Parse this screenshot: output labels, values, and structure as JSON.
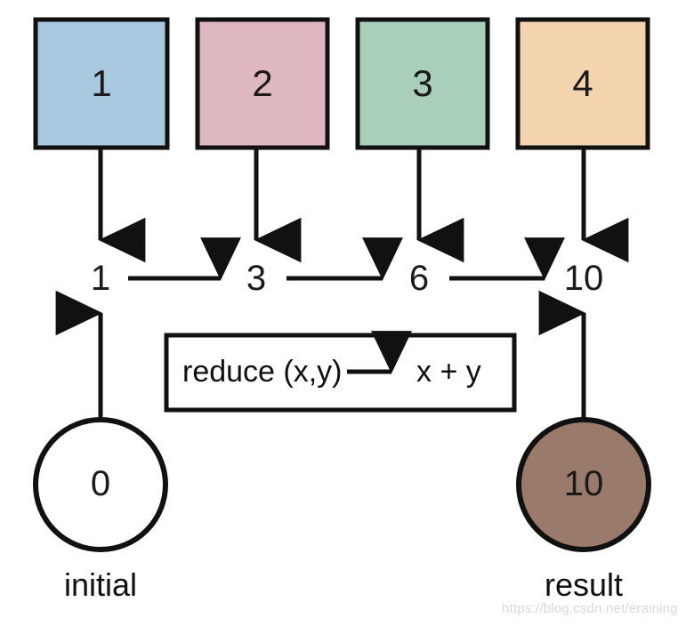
{
  "diagram": {
    "title": "reduce fold diagram",
    "colors": {
      "stroke": "#111111",
      "background": "#ffffff",
      "box1": "#a9c9e0",
      "box2": "#dfb7be",
      "box3": "#a9cfb9",
      "box4": "#f3d4ae",
      "initial_circle": "#ffffff",
      "result_circle": "#9a7a6b"
    },
    "input_boxes": [
      {
        "label": "1",
        "color": "#a9c9e0"
      },
      {
        "label": "2",
        "color": "#dfb7be"
      },
      {
        "label": "3",
        "color": "#a9cfb9"
      },
      {
        "label": "4",
        "color": "#f3d4ae"
      }
    ],
    "accumulator": {
      "values": [
        "1",
        "3",
        "6",
        "10"
      ]
    },
    "operation_box": {
      "prefix": "reduce (x,y)",
      "arrow_glyph": "⟶",
      "suffix": "x + y"
    },
    "initial": {
      "value": "0",
      "label": "initial"
    },
    "result": {
      "value": "10",
      "label": "result"
    },
    "watermark": "https://blog.csdn.net/eraining"
  }
}
